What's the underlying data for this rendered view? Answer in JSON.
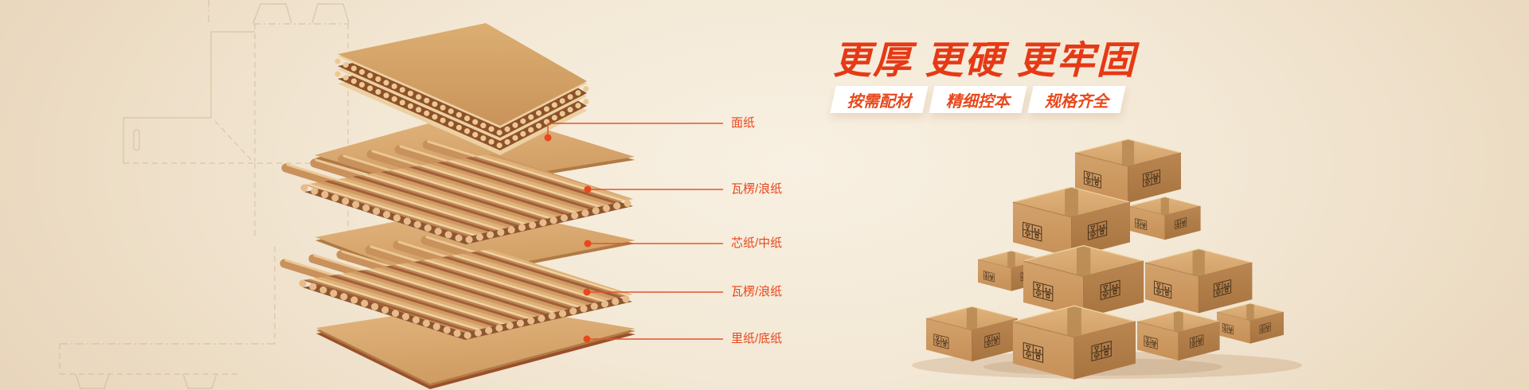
{
  "banner": {
    "headline": "更厚 更硬 更牢固",
    "badges": [
      {
        "label": "按需配材"
      },
      {
        "label": "精细控本"
      },
      {
        "label": "规格齐全"
      }
    ],
    "diagram_labels": [
      {
        "label": "面纸"
      },
      {
        "label": "瓦楞/浪纸"
      },
      {
        "label": "芯纸/中纸"
      },
      {
        "label": "瓦楞/浪纸"
      },
      {
        "label": "里纸/底纸"
      }
    ],
    "colors": {
      "headline_red": "#e63915",
      "badge_bg": "#ffffff",
      "badge_text": "#e8481c",
      "label_text": "#e8481c",
      "leader_line": "#e0562c",
      "background_center": "#f8f0e2",
      "background_edge": "#e6d2b7",
      "cardboard_light": "#e0b178",
      "cardboard_mid": "#cf9a64",
      "cardboard_dark": "#a05f36"
    }
  }
}
